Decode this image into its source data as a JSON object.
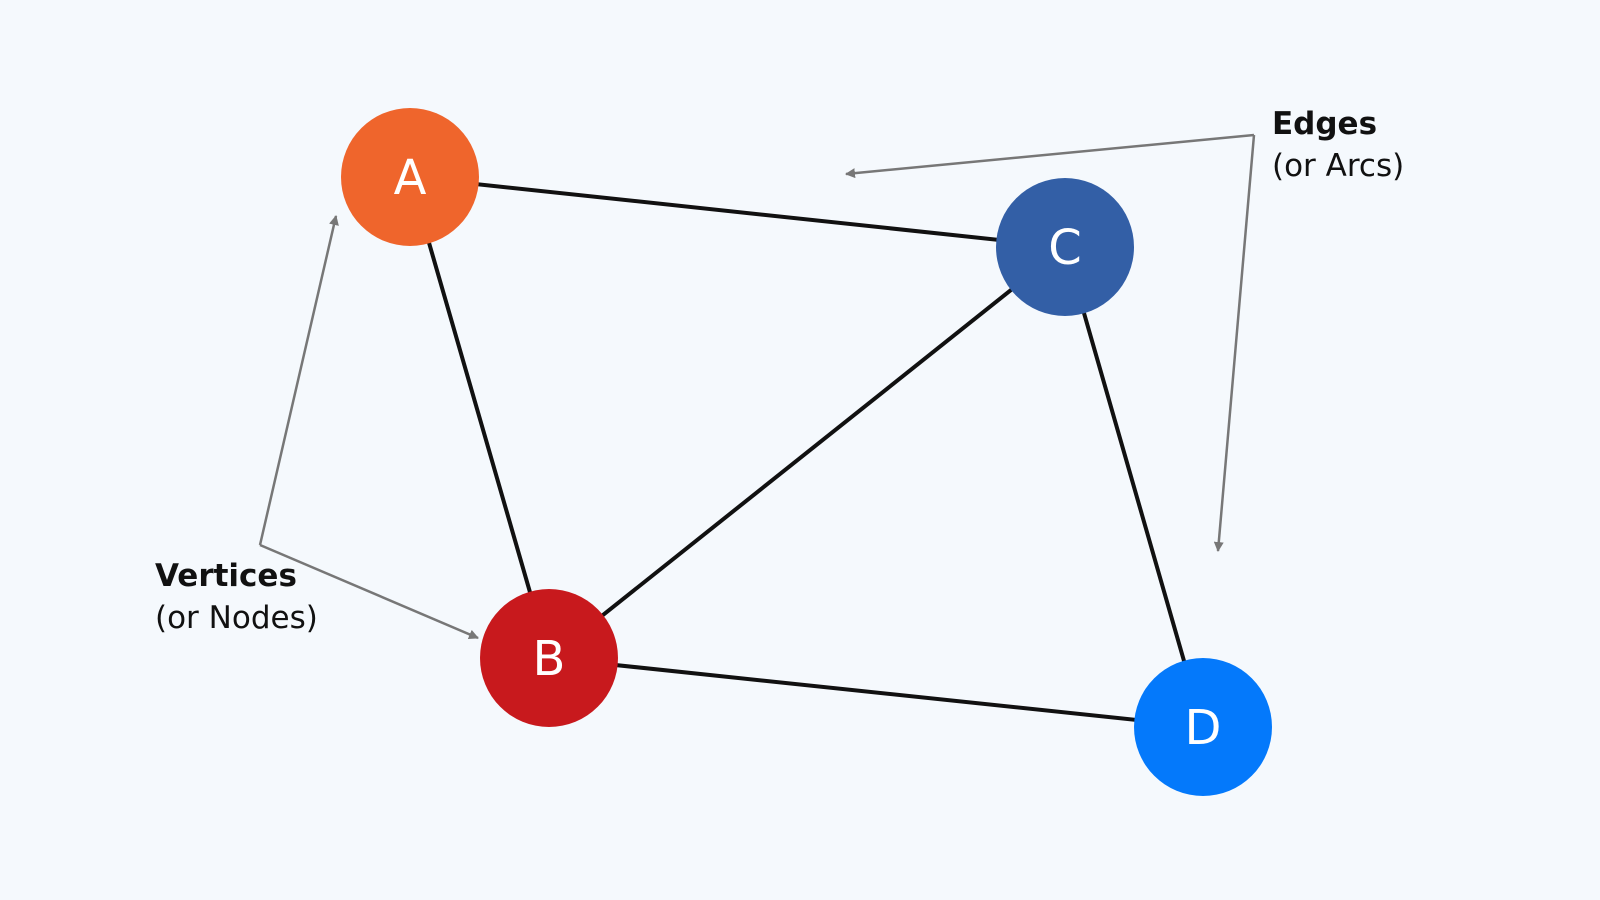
{
  "diagram": {
    "nodes": [
      {
        "id": "A",
        "label": "A",
        "color": "#ef652c"
      },
      {
        "id": "B",
        "label": "B",
        "color": "#c8191d"
      },
      {
        "id": "C",
        "label": "C",
        "color": "#335fa6"
      },
      {
        "id": "D",
        "label": "D",
        "color": "#0479fb"
      }
    ],
    "edges": [
      {
        "from": "A",
        "to": "C"
      },
      {
        "from": "A",
        "to": "B"
      },
      {
        "from": "B",
        "to": "C"
      },
      {
        "from": "C",
        "to": "D"
      },
      {
        "from": "B",
        "to": "D"
      }
    ],
    "edge_color": "#111111",
    "arrow_color": "#777777"
  },
  "annotations": {
    "vertices": {
      "title": "Vertices",
      "subtitle": "(or Nodes)"
    },
    "edges": {
      "title": "Edges",
      "subtitle": "(or Arcs)"
    }
  }
}
